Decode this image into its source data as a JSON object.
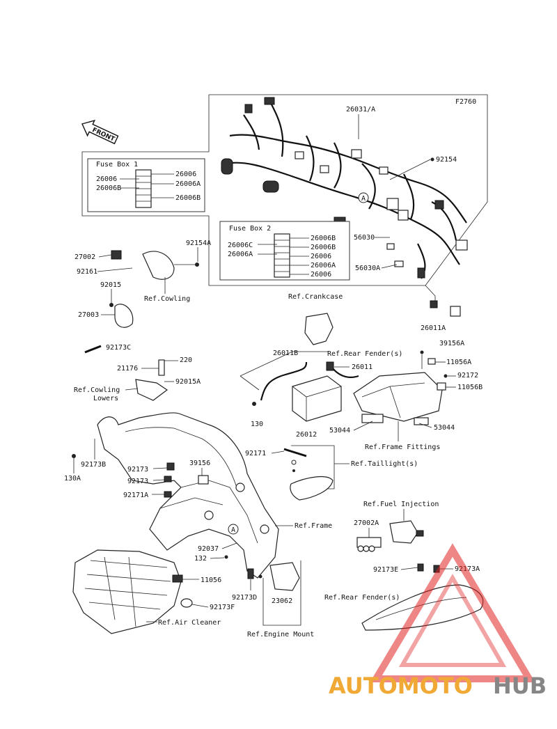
{
  "diagram_code": "F2760",
  "front_arrow": "FRONT",
  "fuse_box_1": {
    "title": "Fuse Box 1",
    "labels": [
      "26006",
      "26006",
      "26006A",
      "26006B",
      "26006B"
    ]
  },
  "fuse_box_2": {
    "title": "Fuse Box 2",
    "labels": [
      "26006C",
      "26006B",
      "26006B",
      "26006A",
      "26006",
      "26006A",
      "26006"
    ]
  },
  "parts": {
    "harness": "26031/A",
    "p92154": "92154",
    "p56030": "56030",
    "p56030a": "56030A",
    "p26011a": "26011A",
    "p39156a": "39156A",
    "p92154a": "92154A",
    "p27002": "27002",
    "p92161": "92161",
    "p92015": "92015",
    "p27003": "27003",
    "ref_cowling": "Ref.Cowling",
    "ref_crankcase": "Ref.Crankcase",
    "p92173c": "92173C",
    "p220": "220",
    "p21176": "21176",
    "p92015a": "92015A",
    "ref_cowling_lowers_1": "Ref.Cowling",
    "ref_cowling_lowers_2": "Lowers",
    "p26011b": "26011B",
    "p26011": "26011",
    "ref_rear_fender_1": "Ref.Rear Fender(s)",
    "p11056a": "11056A",
    "p92172": "92172",
    "p11056b": "11056B",
    "p130": "130",
    "p26012": "26012",
    "p53044_a": "53044",
    "p53044_b": "53044",
    "ref_frame_fittings": "Ref.Frame Fittings",
    "p130a": "130A",
    "p92173b": "92173B",
    "p92171": "92171",
    "ref_taillight": "Ref.Taillight(s)",
    "p92173_a": "92173",
    "p92173_b": "92173",
    "p39156": "39156",
    "p92171a": "92171A",
    "ref_fuel_injection": "Ref.Fuel Injection",
    "p27002a": "27002A",
    "ref_frame": "Ref.Frame",
    "p92037": "92037",
    "p132": "132",
    "p92173e": "92173E",
    "p92173a": "92173A",
    "p11056": "11056",
    "ref_rear_fender_2": "Ref.Rear Fender(s)",
    "p92173d": "92173D",
    "p23062": "23062",
    "p92173f": "92173F",
    "ref_air_cleaner": "Ref.Air Cleaner",
    "ref_engine_mount": "Ref.Engine Mount",
    "callout_a": "A"
  },
  "watermark": {
    "part1": "AUTOMOTO",
    "part2": "HUB",
    "color_primary": "#f0a020",
    "color_secondary": "#7a7a7a",
    "triangle_color": "#e02020"
  }
}
